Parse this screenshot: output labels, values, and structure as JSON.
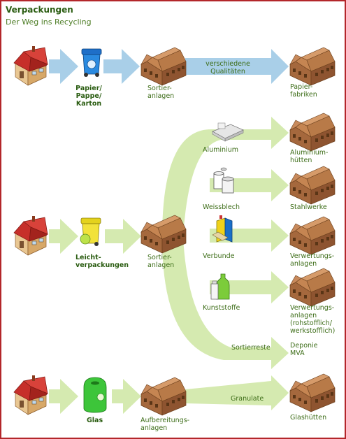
{
  "header": {
    "title": "Verpackungen",
    "subtitle": "Der Weg ins Recycling"
  },
  "rows": {
    "paper": {
      "material": "Papier/\nPappe/\nKarton",
      "facility": "Sortier-\nanlagen",
      "flow": "verschiedene\nQualitäten",
      "destination": "Papier-\nfabriken"
    },
    "packaging": {
      "material": "Leicht-\nverpackungen",
      "facility": "Sortier-\nanlagen",
      "outputs": [
        {
          "item": "Aluminium",
          "destination": "Aluminium-\nhütten"
        },
        {
          "item": "Weissblech",
          "destination": "Stahlwerke"
        },
        {
          "item": "Verbunde",
          "destination": "Verwertungs-\nanlagen"
        },
        {
          "item": "Kunststoffe",
          "destination": "Verwertungs-\nanlagen\n(rohstofflich/\nwerkstofflich)"
        },
        {
          "item": "Sortierreste",
          "destination": "Deponie\nMVA"
        }
      ]
    },
    "glass": {
      "material": "Glas",
      "facility": "Aufbereitungs-\nanlagen",
      "flow": "Granulate",
      "destination": "Glashütten"
    }
  },
  "colors": {
    "frame": "#b3262a",
    "paper_arrow": "#a9cfe8",
    "green_arrow": "#d5eab0",
    "label": "#3d6d18"
  }
}
